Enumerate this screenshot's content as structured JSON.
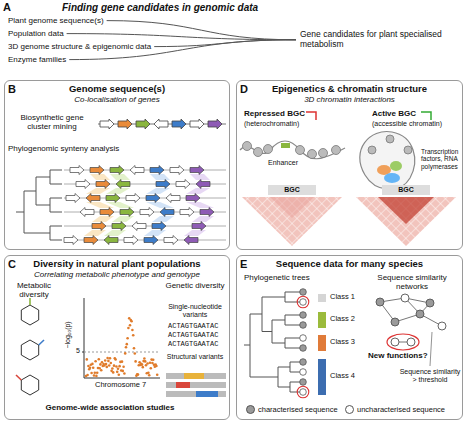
{
  "diagram": {
    "title": "Finding gene candidates in genomic data",
    "nodes": [
      {
        "text": [
          "Plant genome sequence(s)"
        ]
      },
      {
        "text": [
          "Population data"
        ]
      },
      {
        "text": [
          "3D genome structure & epigenomic data"
        ]
      },
      {
        "text": [
          "Enzyme families"
        ]
      },
      {
        "text": [
          "Gene candidates for plant specialised metabolism"
        ]
      },
      {
        "text": [
          "Genome sequence(s)",
          "Co-localisation of genes"
        ]
      },
      {
        "text": [
          "Epigenetics & chromatin structure",
          "3D chromatin interactions"
        ]
      },
      {
        "text": [
          "Diversity in natural plant populations",
          "Correlating metabolic phenotype and genotype"
        ]
      },
      {
        "text": [
          "Sequence data for many species"
        ]
      }
    ],
    "edges": [
      {
        "from": 0,
        "to": 4,
        "arrow": "none"
      },
      {
        "from": 1,
        "to": 4,
        "arrow": "none"
      },
      {
        "from": 2,
        "to": 4,
        "arrow": "none"
      },
      {
        "from": 3,
        "to": 4,
        "arrow": "none"
      }
    ],
    "labels": [
      "A",
      "B",
      "Biosynthetic gene cluster mining",
      "Phylogenomic synteny analysis",
      "C",
      "Metabolic diversity",
      "−log₁₀(p)",
      "5",
      "Chromosome 7",
      "Genetic diversity",
      "Single-nucleotide variants",
      "ACTAGTGAATAC",
      "ACTAGTGAATAC",
      "ACTAGTGAATAC",
      "Structural variants",
      "Genome-wide association studies",
      "D",
      "Repressed BGC",
      "(heterochromatin)",
      "Active BGC",
      "(accessible chromatin)",
      "Enhancer",
      "Transcription factors, RNA polymerases",
      "BGC",
      "BGC",
      "E",
      "Phylogenetic trees",
      "Sequence similarity networks",
      "Class 1",
      "Class 2",
      "Class 3",
      "Class 4",
      "New functions?",
      "Sequence similarity > threshold"
    ],
    "legend": [
      {
        "text": "characterised sequence",
        "color": "#9a9a9a"
      },
      {
        "text": "uncharacterised sequence",
        "color": "#ffffff"
      }
    ]
  }
}
